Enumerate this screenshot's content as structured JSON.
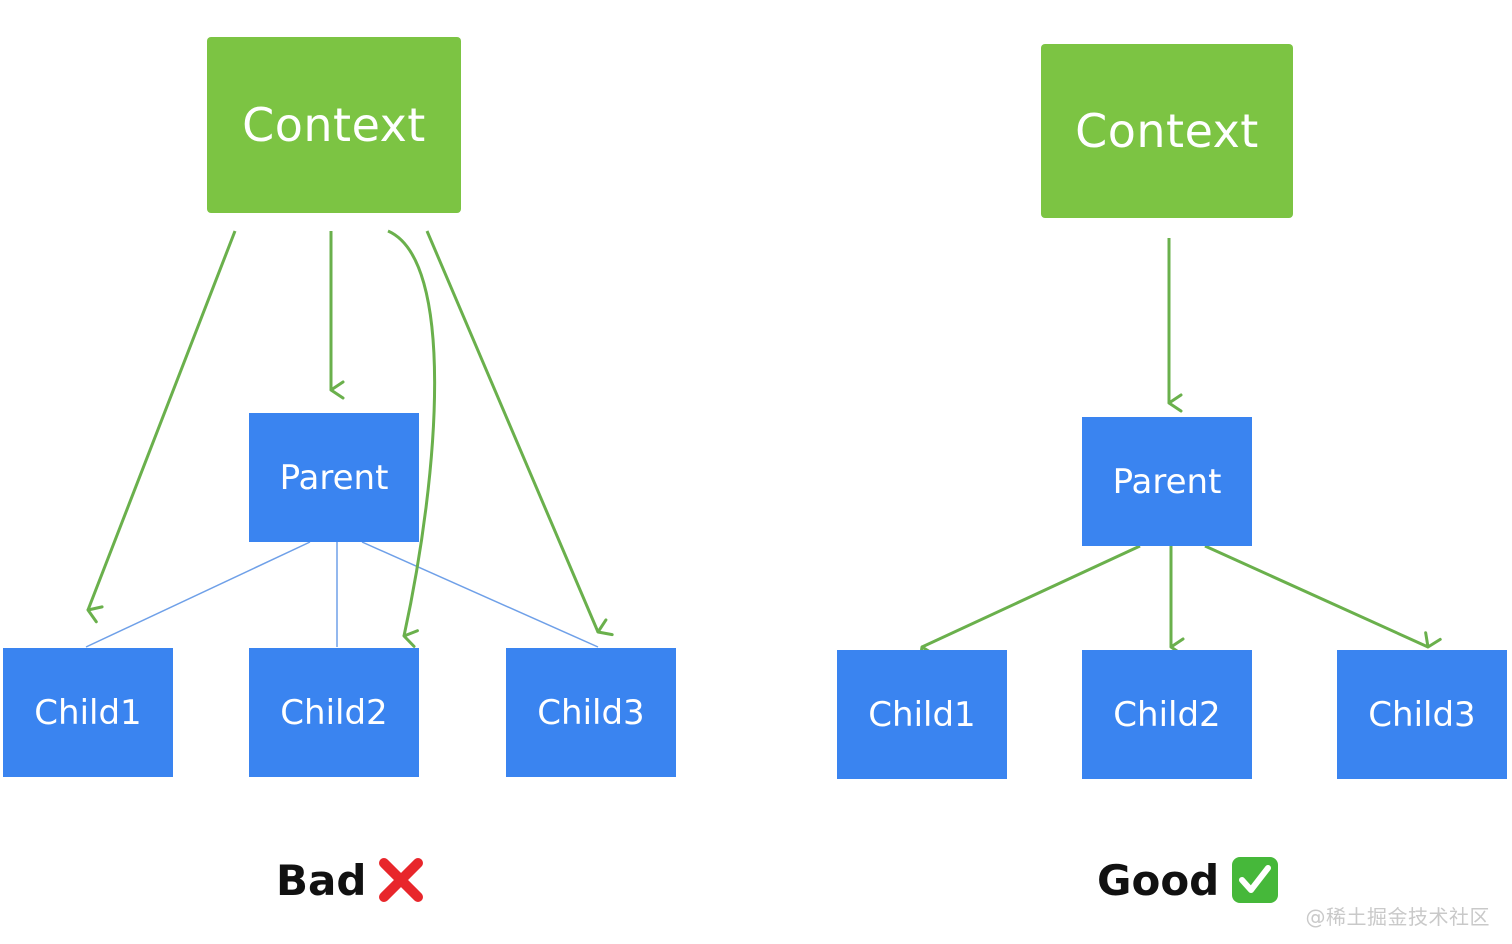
{
  "bad": {
    "context": "Context",
    "parent": "Parent",
    "children": [
      "Child1",
      "Child2",
      "Child3"
    ],
    "caption": "Bad"
  },
  "good": {
    "context": "Context",
    "parent": "Parent",
    "children": [
      "Child1",
      "Child2",
      "Child3"
    ],
    "caption": "Good"
  },
  "watermark": "@稀土掘金技术社区",
  "colors": {
    "context_fill": "#7cc443",
    "node_fill": "#3a84f0",
    "arrow": "#6ab04c",
    "tree_line": "#6fa0e8",
    "cross": "#e8262b",
    "check": "#46b83a"
  },
  "icons": {
    "bad_mark": "cross-mark-icon",
    "good_mark": "check-mark-icon"
  }
}
